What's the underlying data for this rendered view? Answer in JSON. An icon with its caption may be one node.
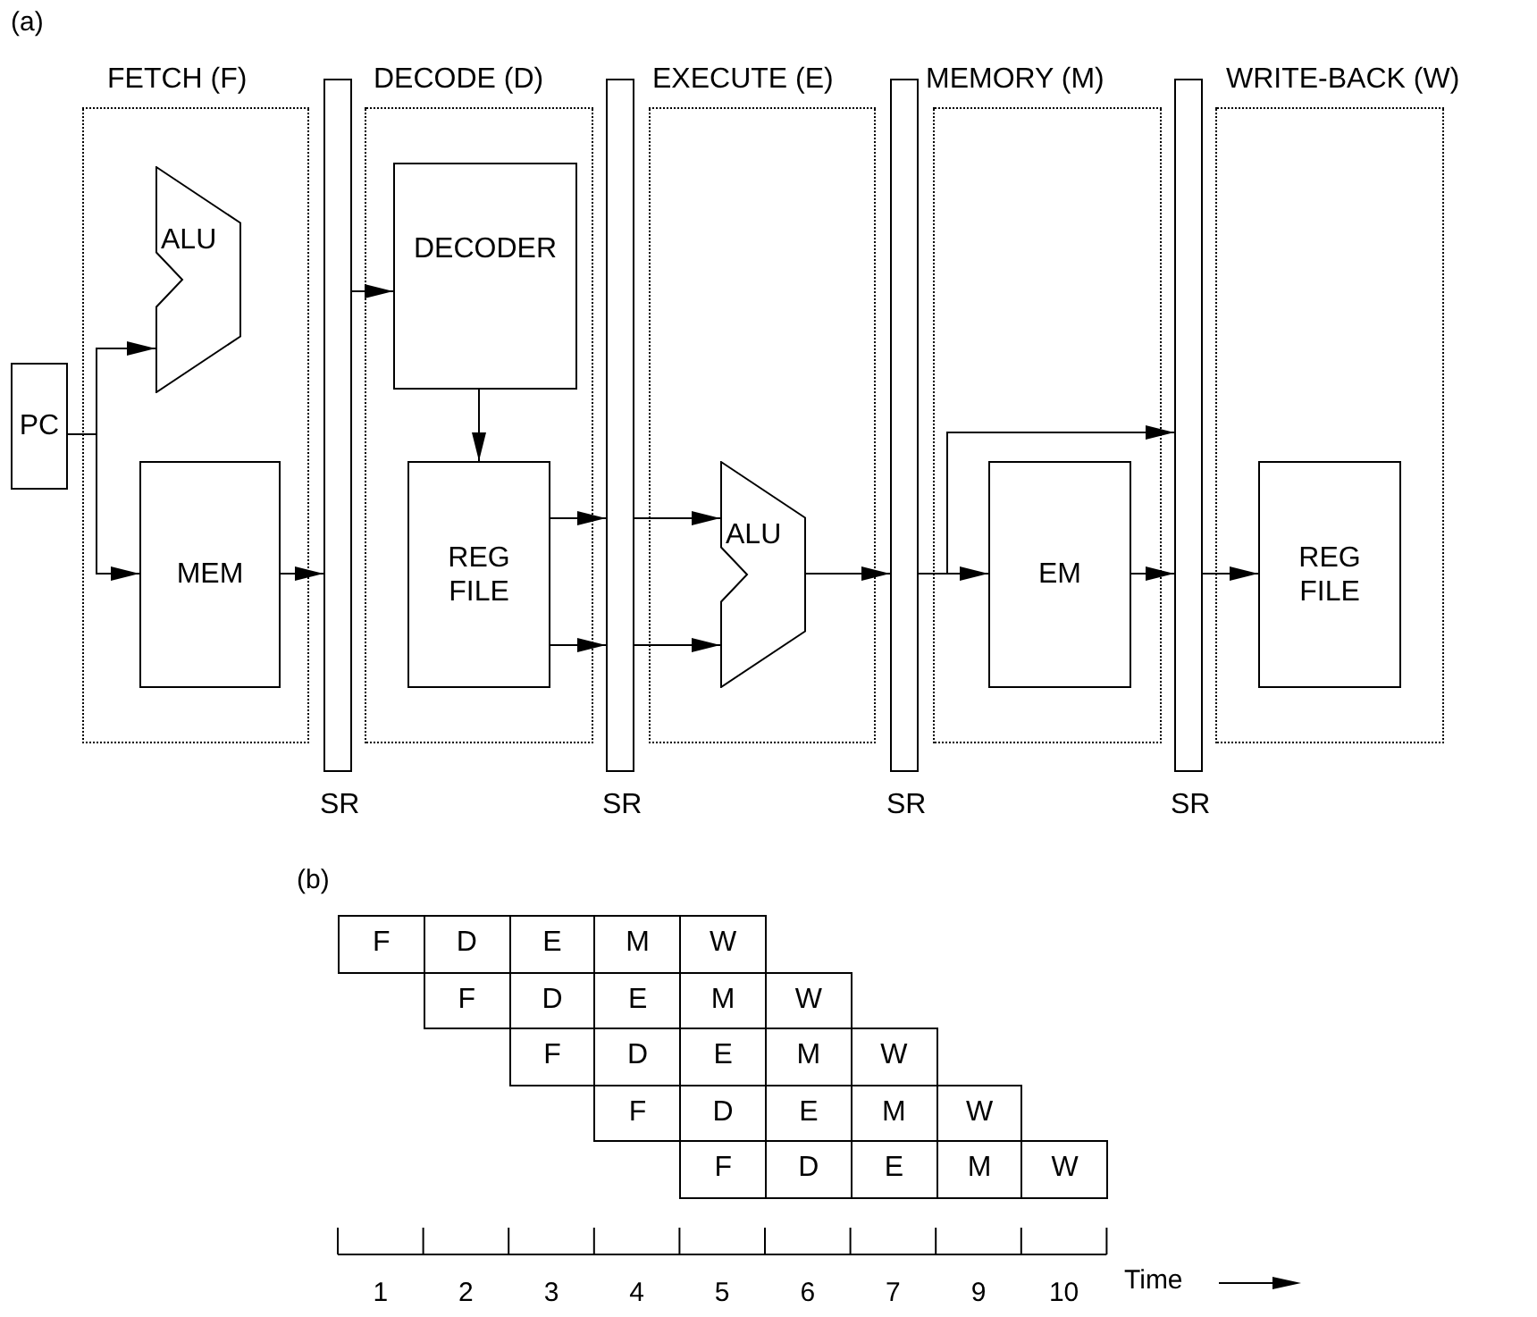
{
  "diagram": {
    "nodes": [
      {
        "text": [
          "PC"
        ]
      },
      {
        "text": [
          "FETCH (F)"
        ]
      },
      {
        "text": [
          "ALU"
        ],
        "in": 1
      },
      {
        "text": [
          "MEM"
        ],
        "in": 1
      },
      {
        "text": [
          "SR"
        ]
      },
      {
        "text": [
          "DECODE (D)"
        ]
      },
      {
        "text": [
          "DECODER"
        ],
        "in": 5
      },
      {
        "text": [
          "REG FILE"
        ],
        "in": 5
      },
      {
        "text": [
          "SR"
        ]
      },
      {
        "text": [
          "EXECUTE (E)"
        ]
      },
      {
        "text": [
          "ALU"
        ],
        "in": 9
      },
      {
        "text": [
          "SR"
        ]
      },
      {
        "text": [
          "MEMORY (M)"
        ]
      },
      {
        "text": [
          "EM"
        ],
        "in": 12
      },
      {
        "text": [
          "SR"
        ]
      },
      {
        "text": [
          "WRITE-BACK (W)"
        ]
      },
      {
        "text": [
          "REG FILE"
        ],
        "in": 15
      }
    ],
    "edges": [
      {
        "from": 0,
        "to": 2,
        "arrow": "to"
      },
      {
        "from": 0,
        "to": 3,
        "arrow": "to"
      },
      {
        "from": 3,
        "to": 4,
        "arrow": "to"
      },
      {
        "from": 4,
        "to": 6,
        "arrow": "to"
      },
      {
        "from": 6,
        "to": 7,
        "arrow": "to"
      },
      {
        "from": 7,
        "to": 8,
        "arrow": "to"
      },
      {
        "from": 7,
        "to": 8,
        "arrow": "to"
      },
      {
        "from": 8,
        "to": 10,
        "arrow": "to"
      },
      {
        "from": 8,
        "to": 10,
        "arrow": "to"
      },
      {
        "from": 10,
        "to": 11,
        "arrow": "to"
      },
      {
        "from": 11,
        "to": 13,
        "arrow": "to"
      },
      {
        "from": 11,
        "to": 14,
        "arrow": "to"
      },
      {
        "from": 13,
        "to": 14,
        "arrow": "to"
      },
      {
        "from": 14,
        "to": 16,
        "arrow": "to"
      }
    ],
    "labels": [
      "(a)",
      "(b)",
      "F",
      "D",
      "E",
      "M",
      "W",
      "F",
      "D",
      "E",
      "M",
      "W",
      "F",
      "D",
      "E",
      "M",
      "W",
      "F",
      "D",
      "E",
      "M",
      "W",
      "F",
      "D",
      "E",
      "M",
      "W",
      "1",
      "2",
      "3",
      "4",
      "5",
      "6",
      "7",
      "9",
      "10",
      "Time"
    ]
  }
}
